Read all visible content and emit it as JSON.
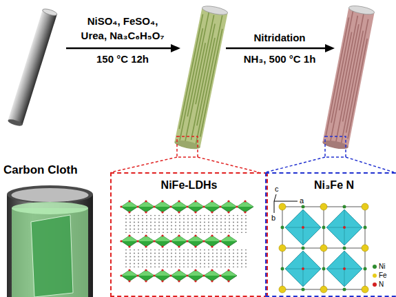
{
  "diagram": {
    "nodes": [
      {
        "text": [
          "NiFe-LDHs"
        ]
      },
      {
        "text": [
          "Ni₃Fe N"
        ]
      }
    ],
    "labels": [
      "NiSO₄, FeSO₄,",
      "Urea, Na₃C₆H₅O₇",
      "150 °C 12h",
      "Nitridation",
      "NH₃, 500 °C 1h",
      "Carbon Cloth",
      "c",
      "a",
      "b"
    ],
    "legend": [
      {
        "text": "Ni",
        "color": "#2e8b2e"
      },
      {
        "text": "Fe",
        "color": "#e8cc1a"
      },
      {
        "text": "N",
        "color": "#d42020"
      }
    ]
  }
}
